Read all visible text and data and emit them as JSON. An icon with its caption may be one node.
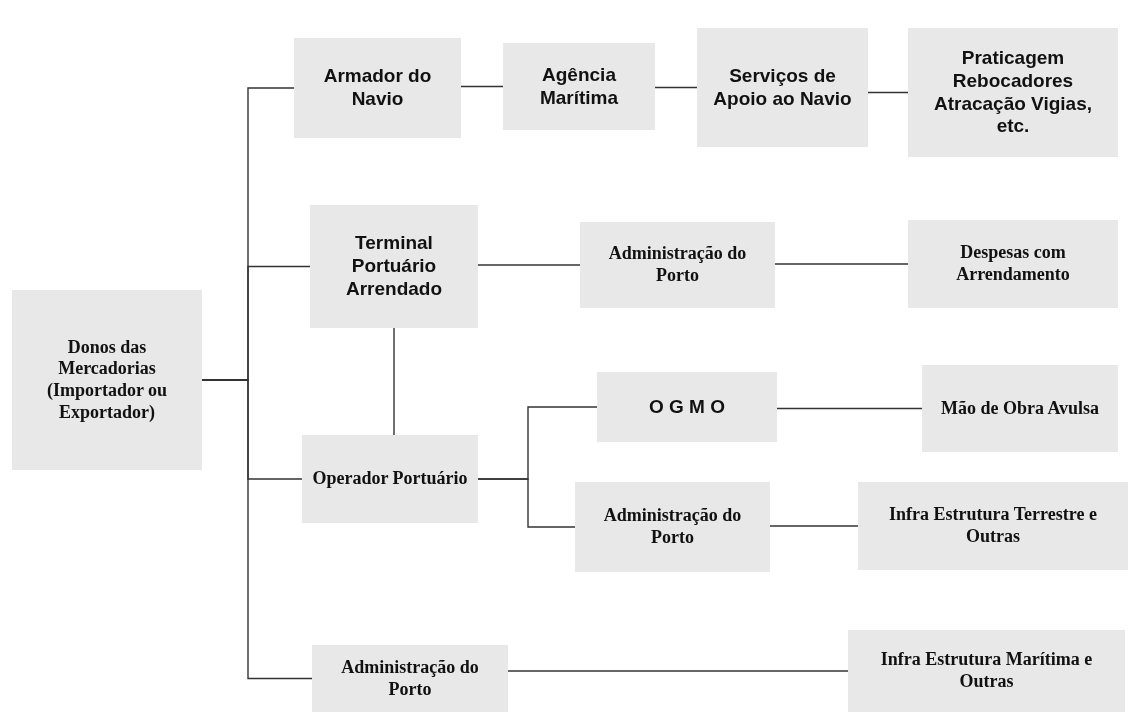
{
  "diagram": {
    "nodes": [
      {
        "text": [
          "Donos das Mercadorias (Importador ou Exportador)"
        ]
      },
      {
        "text": [
          "Armador do Navio"
        ]
      },
      {
        "text": [
          "Agência Marítima"
        ]
      },
      {
        "text": [
          "Serviços de Apoio ao Navio"
        ]
      },
      {
        "text": [
          "Praticagem Rebocadores Atracação Vigias, etc."
        ]
      },
      {
        "text": [
          "Terminal Portuário Arrendado"
        ]
      },
      {
        "text": [
          "Administração do Porto"
        ]
      },
      {
        "text": [
          "Despesas com Arrendamento"
        ]
      },
      {
        "text": [
          "Operador Portuário"
        ]
      },
      {
        "text": [
          "O G M O"
        ]
      },
      {
        "text": [
          "Administração do Porto"
        ]
      },
      {
        "text": [
          "Mão de Obra Avulsa"
        ]
      },
      {
        "text": [
          "Infra Estrutura Terrestre e Outras"
        ]
      },
      {
        "text": [
          "Administração do Porto"
        ]
      },
      {
        "text": [
          "Infra Estrutura Marítima e Outras"
        ]
      }
    ],
    "edges": [
      {
        "from": 0,
        "to": 1,
        "arrow": "none"
      },
      {
        "from": 0,
        "to": 5,
        "arrow": "none"
      },
      {
        "from": 0,
        "to": 8,
        "arrow": "none"
      },
      {
        "from": 0,
        "to": 13,
        "arrow": "none"
      },
      {
        "from": 1,
        "to": 2,
        "arrow": "none"
      },
      {
        "from": 2,
        "to": 3,
        "arrow": "none"
      },
      {
        "from": 3,
        "to": 4,
        "arrow": "none"
      },
      {
        "from": 5,
        "to": 6,
        "arrow": "none"
      },
      {
        "from": 6,
        "to": 7,
        "arrow": "none"
      },
      {
        "from": 5,
        "to": 8,
        "arrow": "none"
      },
      {
        "from": 8,
        "to": 9,
        "arrow": "none"
      },
      {
        "from": 8,
        "to": 10,
        "arrow": "none"
      },
      {
        "from": 9,
        "to": 11,
        "arrow": "none"
      },
      {
        "from": 10,
        "to": 12,
        "arrow": "none"
      },
      {
        "from": 13,
        "to": 14,
        "arrow": "none"
      }
    ]
  }
}
